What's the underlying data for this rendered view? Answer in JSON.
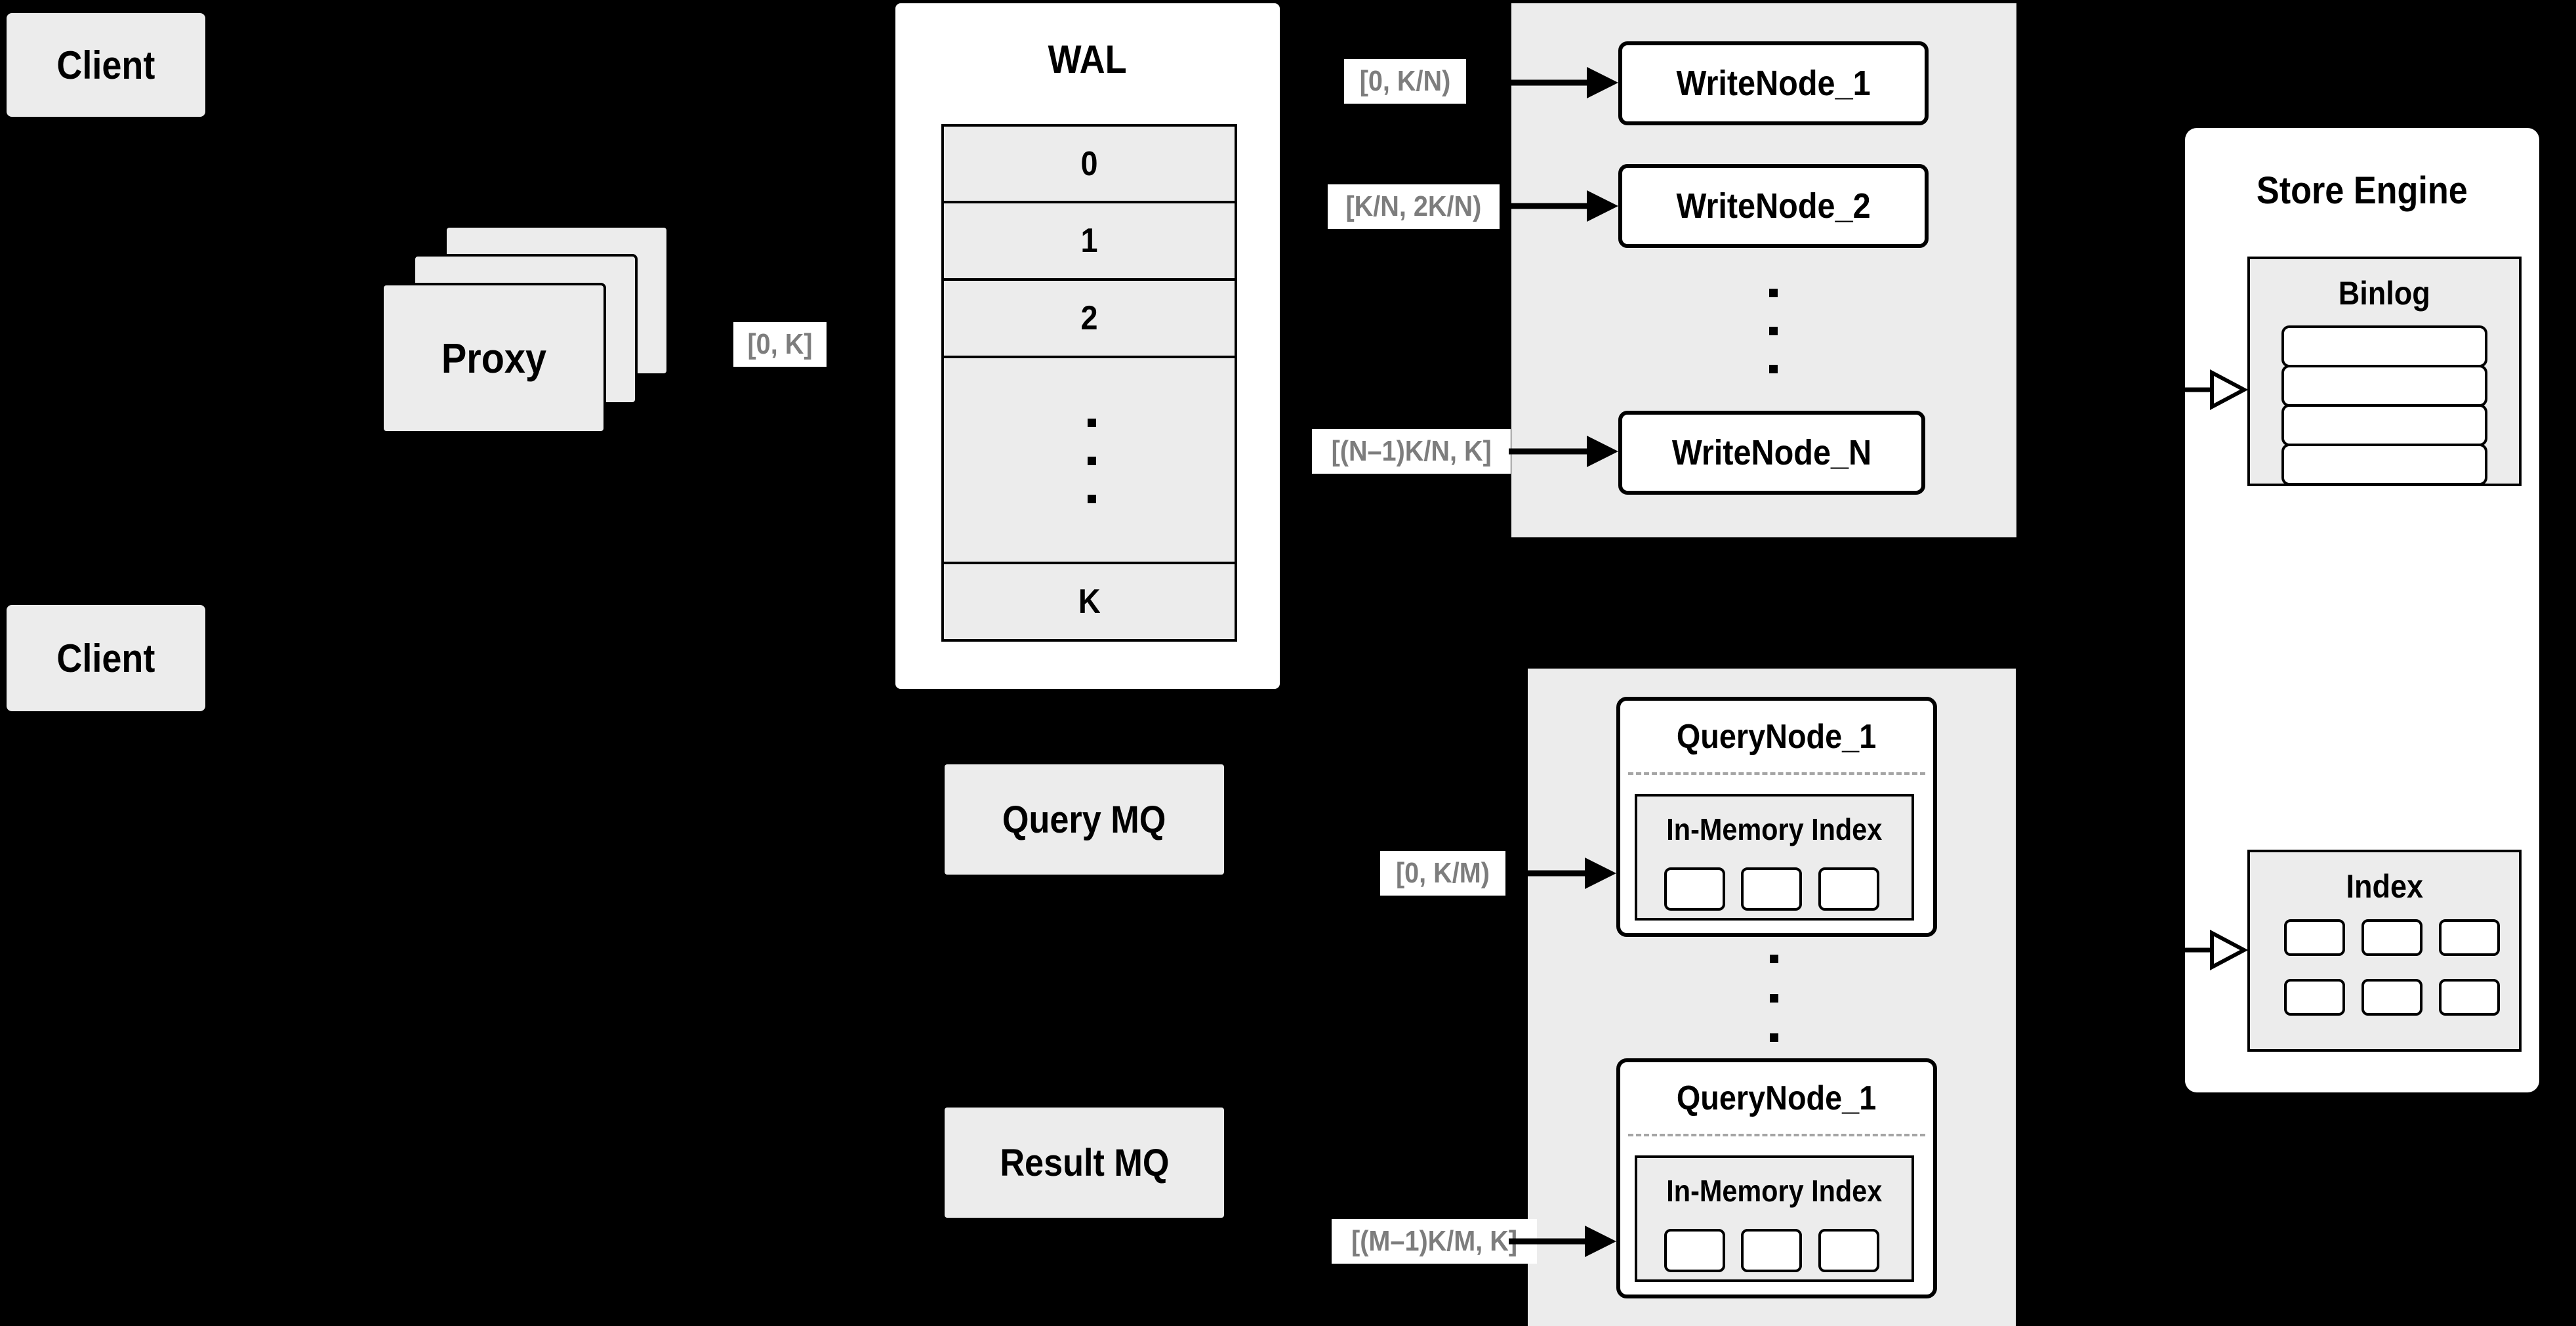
{
  "palette": {
    "background": "#000000",
    "panel_gray": "#ececec",
    "panel_white": "#ffffff",
    "line_black": "#000000",
    "edge_label_text": "#7d7d7d",
    "dashed_divider": "#a5a5a5"
  },
  "clients": {
    "top": "Client",
    "bottom": "Client"
  },
  "proxy": {
    "label": "Proxy"
  },
  "wal": {
    "title": "WAL",
    "rows": [
      "0",
      "1",
      "2",
      "K"
    ]
  },
  "edge_labels": {
    "proxy_to_wal": "[0, K]",
    "wal_to_writenode_1": "[0,  K/N)",
    "wal_to_writenode_2": "[K/N, 2K/N)",
    "wal_to_writenode_n": "[(N–1)K/N,  K]",
    "querymq_to_querynode_1": "[0, K/M)",
    "querymq_to_querynode_m": "[(M–1)K/M, K]"
  },
  "write_nodes": {
    "node_1": "WriteNode_1",
    "node_2": "WriteNode_2",
    "node_n": "WriteNode_N"
  },
  "mq": {
    "query": "Query MQ",
    "result": "Result MQ"
  },
  "query_nodes": {
    "node_top": {
      "title": "QueryNode_1",
      "index_title": "In-Memory Index"
    },
    "node_bottom": {
      "title": "QueryNode_1",
      "index_title": "In-Memory Index"
    }
  },
  "store_engine": {
    "title": "Store Engine",
    "binlog_title": "Binlog",
    "index_title": "Index"
  }
}
